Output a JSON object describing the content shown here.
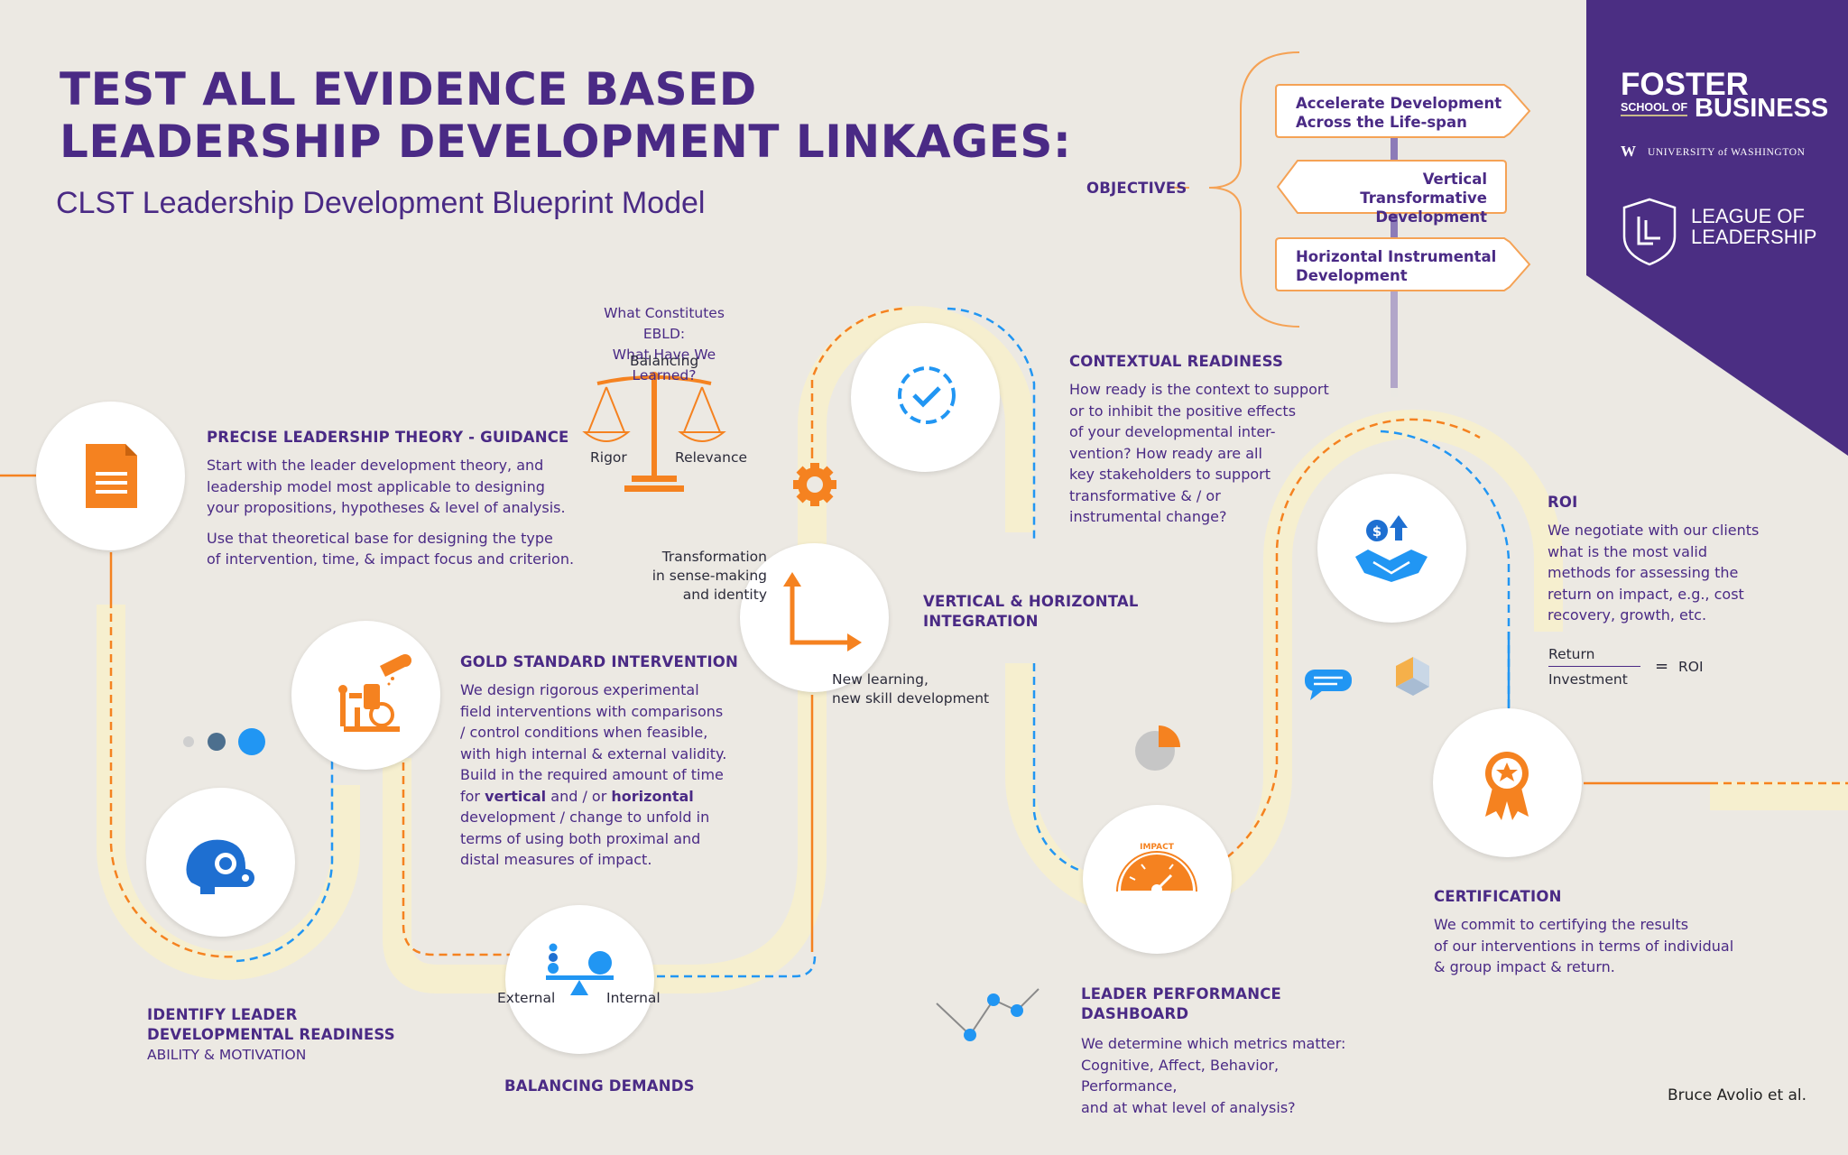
{
  "title_line1": "TEST ALL EVIDENCE BASED",
  "title_line2": "LEADERSHIP DEVELOPMENT LINKAGES:",
  "subtitle": "CLST Leadership Development Blueprint Model",
  "objectives": {
    "label": "OBJECTIVES",
    "items": [
      {
        "line1": "Accelerate Development",
        "line2": "Across the Life-span"
      },
      {
        "line1": "Vertical Transformative",
        "line2": "Development"
      },
      {
        "line1": "Horizontal Instrumental",
        "line2": "Development"
      }
    ]
  },
  "brand": {
    "foster": "FOSTER",
    "school_of": "SCHOOL OF",
    "business": "BUSINESS",
    "uw_w": "W",
    "uw": "UNIVERSITY of WASHINGTON",
    "league1": "LEAGUE OF",
    "league2": "LEADERSHIP"
  },
  "precise": {
    "head": "PRECISE LEADERSHIP THEORY - GUIDANCE",
    "p1": [
      "Start with the leader development theory, and",
      "leadership model most applicable to designing",
      "your propositions, hypotheses & level of analysis."
    ],
    "p2": [
      "Use that theoretical base for designing the type",
      "of intervention, time, & impact focus and criterion."
    ]
  },
  "ebld": {
    "q1": "What Constitutes EBLD:",
    "q2": "What Have We Learned?",
    "balancing": "Balancing",
    "rigor": "Rigor",
    "relevance": "Relevance"
  },
  "gold": {
    "head": "GOLD STANDARD INTERVENTION",
    "lines": [
      "We design rigorous experimental",
      "field interventions with comparisons",
      "/ control conditions when feasible,",
      "with high internal & external validity.",
      "Build in the required amount of time"
    ],
    "for": "for ",
    "vertical": "vertical",
    "andor": " and / or ",
    "horizontal": "horizontal",
    "lines2": [
      "development / change to unfold in",
      "terms of using both proximal and",
      "distal measures of impact."
    ]
  },
  "identify": {
    "head1": "IDENTIFY LEADER",
    "head2": "DEVELOPMENTAL READINESS",
    "sub": "ABILITY & MOTIVATION"
  },
  "balancing": {
    "head": "BALANCING DEMANDS",
    "external": "External",
    "internal": "Internal"
  },
  "transformation": {
    "l1": "Transformation",
    "l2": "in sense-making",
    "l3": "and identity",
    "n1": "New learning,",
    "n2": "new skill development"
  },
  "vh": {
    "head1": "VERTICAL & HORIZONTAL",
    "head2": "INTEGRATION"
  },
  "contextual": {
    "head": "CONTEXTUAL READINESS",
    "lines": [
      "How ready is the context to support",
      "or to inhibit the positive effects",
      "of your developmental inter-",
      "vention? How ready are all",
      "key stakeholders to support",
      "transformative & / or",
      "instrumental change?"
    ]
  },
  "roi": {
    "head": "ROI",
    "lines": [
      "We negotiate with our clients",
      "what is the most valid",
      "methods for assessing the",
      "return on impact, e.g., cost",
      "recovery, growth, etc."
    ],
    "return": "Return",
    "investment": "Investment",
    "eq": "=",
    "roi": "ROI"
  },
  "dashboard": {
    "head1": "LEADER PERFORMANCE",
    "head2": "DASHBOARD",
    "lines": [
      "We determine which metrics matter:",
      "Cognitive, Affect, Behavior, Performance,",
      "and at what level of analysis?"
    ],
    "gauge": "IMPACT"
  },
  "certification": {
    "head": "CERTIFICATION",
    "lines": [
      "We commit to certifying the results",
      "of our interventions in terms of individual",
      "& group impact & return."
    ]
  },
  "credit": "Bruce Avolio et al.",
  "colors": {
    "purple": "#4a2a85",
    "orange": "#f58220",
    "blue": "#2196f3",
    "cream": "#f6efcf",
    "bg": "#ece9e3"
  }
}
